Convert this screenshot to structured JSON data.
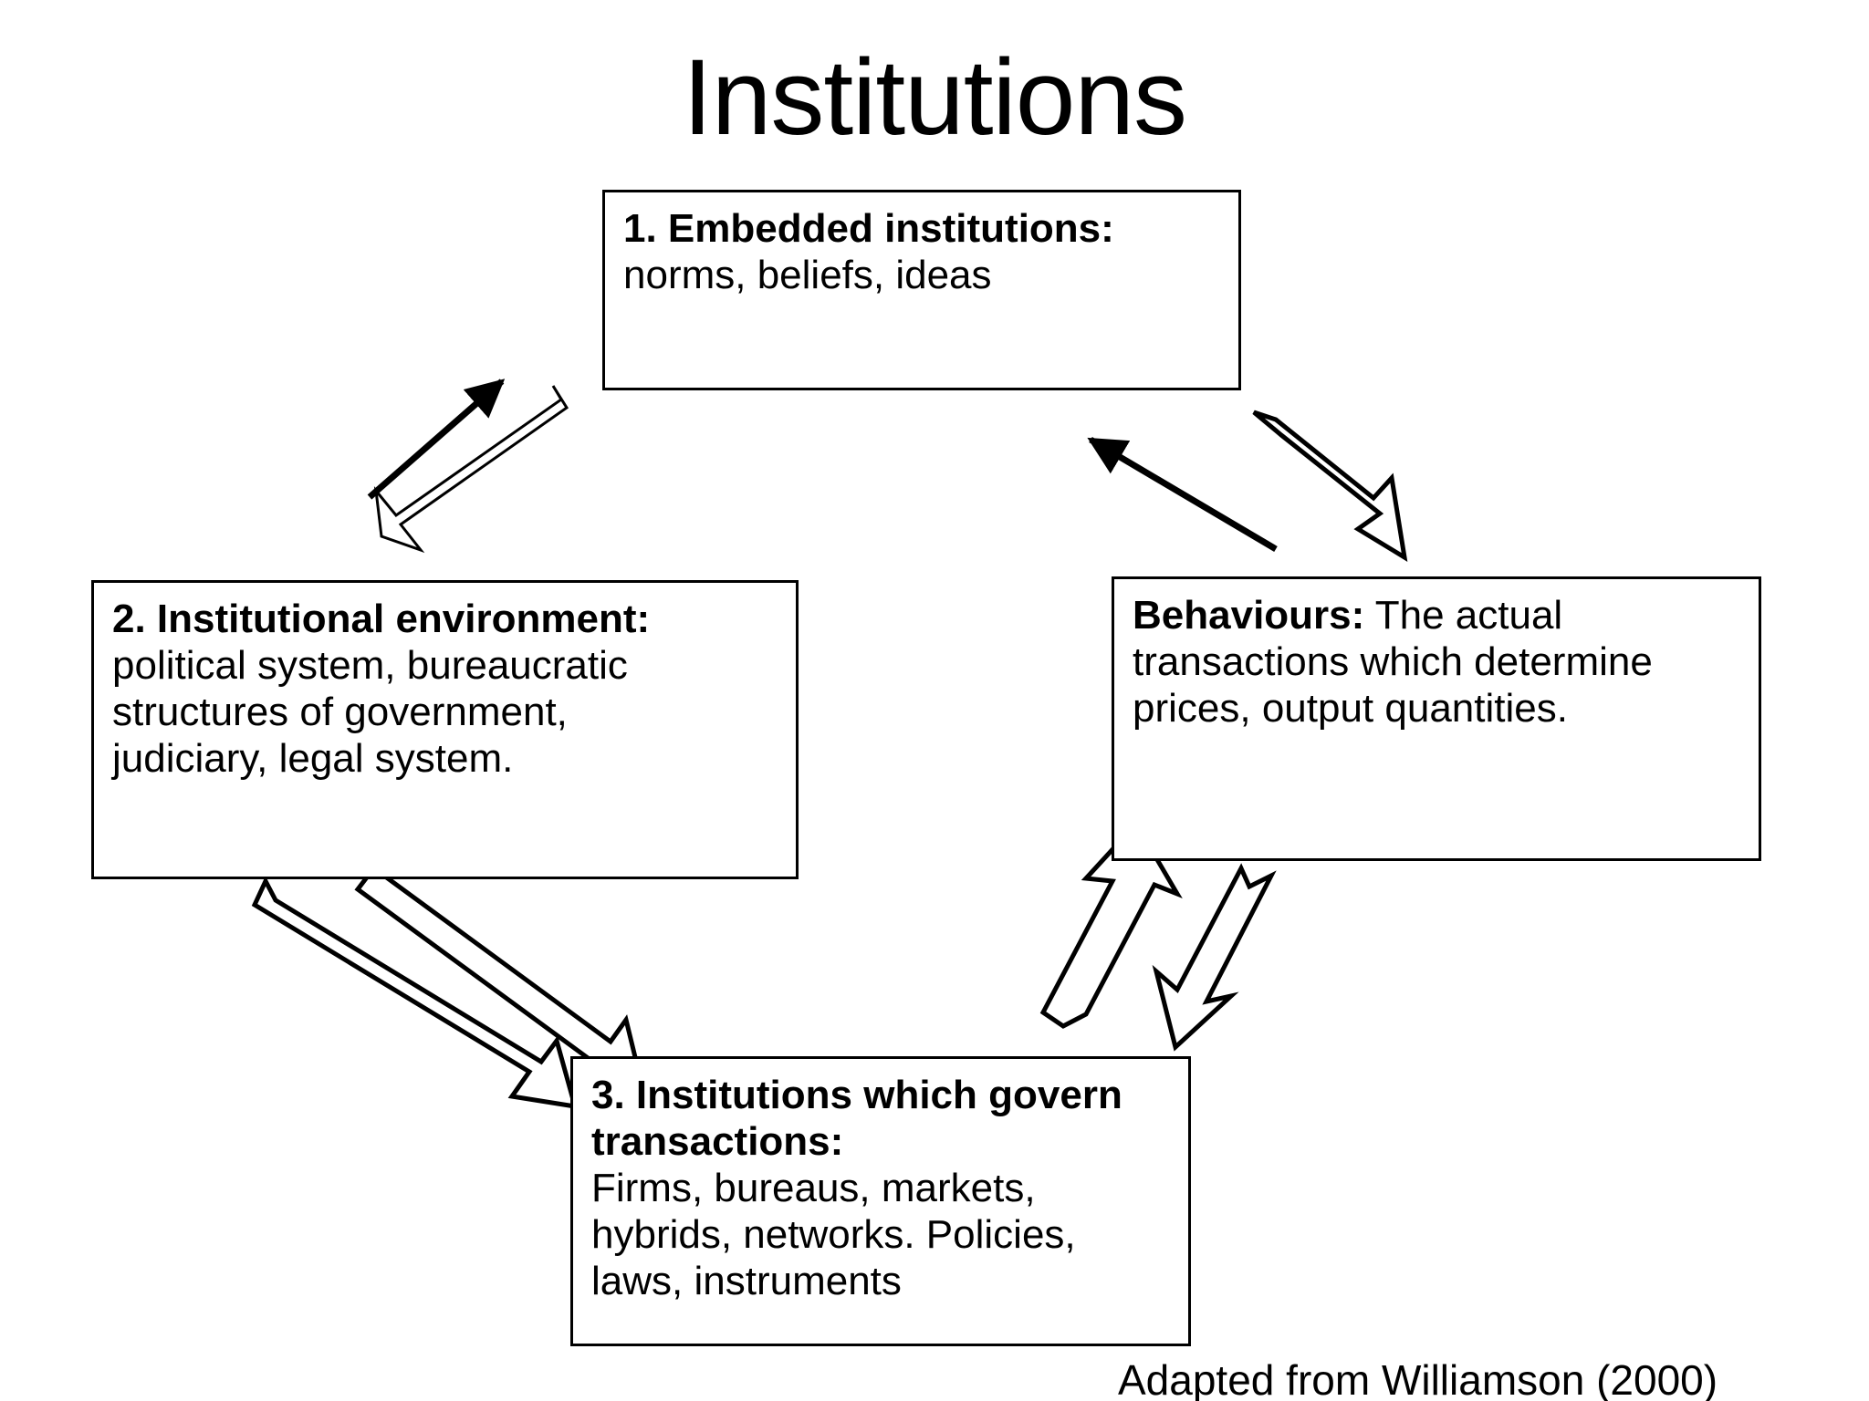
{
  "title": "Institutions",
  "attribution": "Adapted from Williamson (2000)",
  "colors": {
    "background": "#ffffff",
    "stroke": "#000000",
    "text": "#000000"
  },
  "boxes": {
    "embedded": {
      "heading": "1. Embedded institutions:",
      "body": "norms, beliefs, ideas"
    },
    "environment": {
      "heading": "2. Institutional environment:",
      "body_line_1": "political system, bureaucratic",
      "body_line_2": "structures of government,",
      "body_line_3": "judiciary,  legal system."
    },
    "behaviours": {
      "heading": "Behaviours:",
      "body": "The actual transactions which determine prices, output quantities."
    },
    "governance": {
      "heading_line_1": "3. Institutions which govern",
      "heading_line_2": "transactions:",
      "body_line_1": "Firms, bureaus, markets,",
      "body_line_2": "hybrids, networks. Policies,",
      "body_line_3": "laws, instruments"
    }
  },
  "arrows": [
    {
      "id": "environment-to-embedded",
      "style": "thin-line",
      "direction": "up-right",
      "from": "2. Institutional environment",
      "to": "1. Embedded institutions"
    },
    {
      "id": "embedded-to-environment",
      "style": "hollow-block",
      "direction": "down-left",
      "from": "1. Embedded institutions",
      "to": "2. Institutional environment"
    },
    {
      "id": "behaviours-to-embedded",
      "style": "thin-line",
      "direction": "up-left",
      "from": "Behaviours",
      "to": "1. Embedded institutions"
    },
    {
      "id": "embedded-to-behaviours",
      "style": "hollow-block",
      "direction": "down-right",
      "from": "1. Embedded institutions",
      "to": "Behaviours"
    },
    {
      "id": "governance-to-environment",
      "style": "hollow-block",
      "direction": "up-left",
      "from": "3. Institutions which govern transactions",
      "to": "2. Institutional environment"
    },
    {
      "id": "environment-to-governance",
      "style": "hollow-block",
      "direction": "down-right",
      "from": "2. Institutional environment",
      "to": "3. Institutions which govern transactions"
    },
    {
      "id": "governance-to-behaviours",
      "style": "hollow-block",
      "direction": "up-right",
      "from": "3. Institutions which govern transactions",
      "to": "Behaviours"
    },
    {
      "id": "behaviours-to-governance",
      "style": "hollow-block",
      "direction": "down-left",
      "from": "Behaviours",
      "to": "3. Institutions which govern transactions"
    }
  ]
}
